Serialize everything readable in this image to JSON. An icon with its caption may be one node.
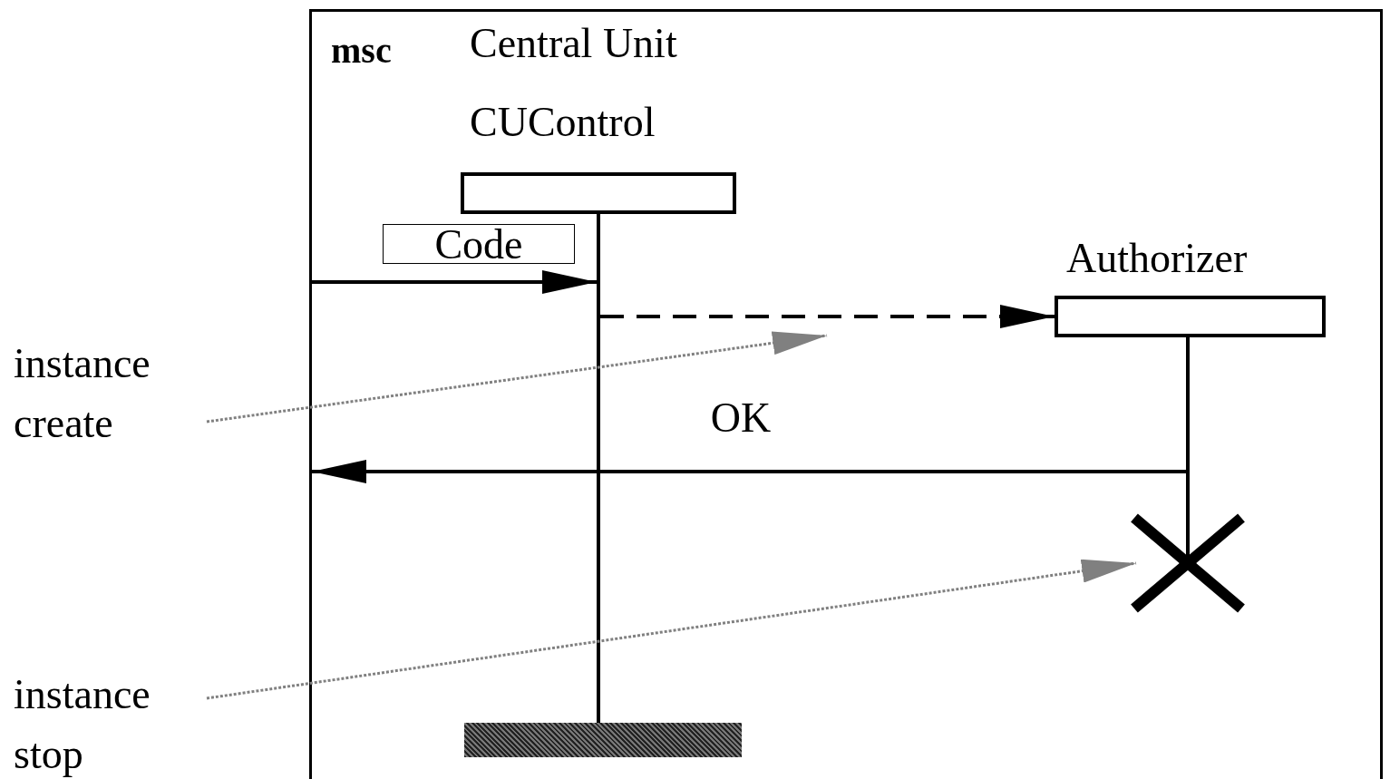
{
  "diagram": {
    "nodes": [
      {
        "text": [
          "msc",
          "Central Unit"
        ]
      },
      {
        "text": [
          "CUControl"
        ],
        "in": 0
      },
      {
        "text": [],
        "shape": "line",
        "in": 0
      },
      {
        "text": [],
        "shape": "bar",
        "in": 0
      },
      {
        "text": [
          "Authorizer"
        ],
        "in": 0
      },
      {
        "text": [],
        "shape": "line",
        "in": 0
      },
      {
        "text": [],
        "shape": "cross",
        "in": 0
      },
      {
        "text": [
          "instance create"
        ]
      },
      {
        "text": [
          "instance stop"
        ]
      }
    ],
    "edges": [
      {
        "from": 0,
        "to": 2,
        "arrow": "to",
        "label": "Code"
      },
      {
        "from": 2,
        "to": 4,
        "arrow": "to",
        "style": "dashed"
      },
      {
        "from": 5,
        "to": 0,
        "arrow": "to",
        "label": "OK"
      },
      {
        "from": 7,
        "to": null,
        "arrow": "to",
        "style": "dashed",
        "color": "#808080"
      },
      {
        "from": 8,
        "to": 6,
        "arrow": "to",
        "style": "dashed",
        "color": "#808080"
      }
    ]
  }
}
